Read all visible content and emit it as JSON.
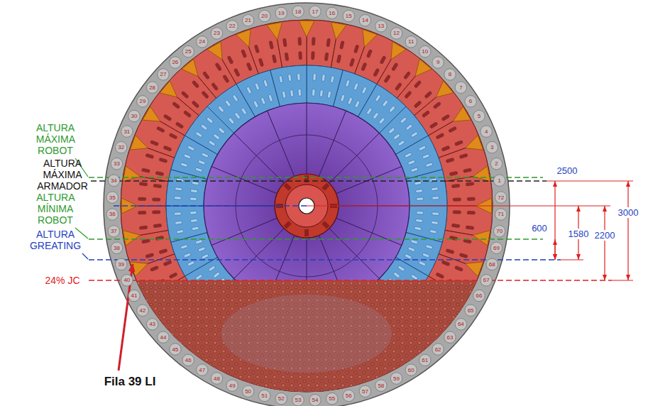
{
  "diagram": {
    "labels": [
      "ALTURA MÁXIMA ROBOT",
      "ALTURA MÁXIMA ARMADOR",
      "ALTURA MÍNIMA ROBOT",
      "ALTURA GREATING",
      "24% JC",
      "Fila 39 LI",
      "2500",
      "600",
      "1580",
      "2200",
      "3000",
      "1",
      "2",
      "3",
      "4",
      "5",
      "6",
      "7",
      "8",
      "9",
      "10",
      "11",
      "12",
      "13",
      "14",
      "15",
      "16",
      "17",
      "18",
      "19",
      "20",
      "21",
      "22",
      "23",
      "24",
      "25",
      "26",
      "27",
      "28",
      "29",
      "30",
      "31",
      "32",
      "33",
      "34",
      "35",
      "36",
      "37",
      "38",
      "39",
      "40",
      "41",
      "42",
      "43",
      "44",
      "45",
      "46",
      "47",
      "48",
      "49",
      "50",
      "51",
      "52",
      "53",
      "54",
      "55",
      "56",
      "57",
      "58",
      "59",
      "60",
      "61",
      "62",
      "63",
      "64",
      "65",
      "66",
      "67",
      "68",
      "69",
      "70",
      "71",
      "72"
    ]
  }
}
